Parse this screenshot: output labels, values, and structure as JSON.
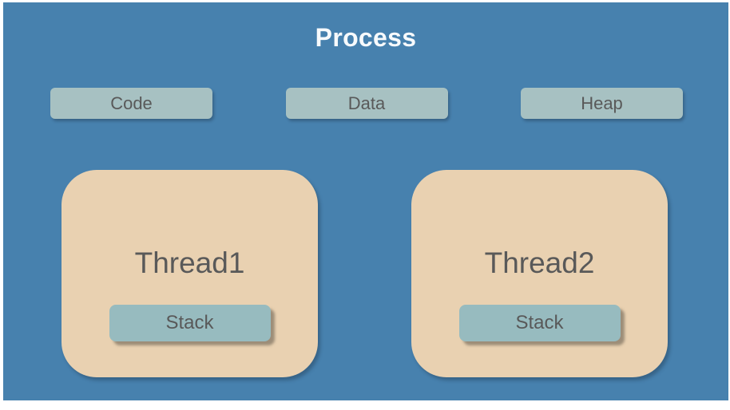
{
  "colors": {
    "page-bg": "#ffffff",
    "canvas-bg": "#4781ae",
    "section-fill": "#a7c1c2",
    "thread-fill": "#e9d1b1",
    "stack-fill": "#97bbbf",
    "label-dark": "#595959",
    "title-color": "#f7fafc"
  },
  "diagram": {
    "title": "Process",
    "sections": [
      {
        "label": "Code"
      },
      {
        "label": "Data"
      },
      {
        "label": "Heap"
      }
    ],
    "threads": [
      {
        "label": "Thread1",
        "stack": {
          "label": "Stack"
        }
      },
      {
        "label": "Thread2",
        "stack": {
          "label": "Stack"
        }
      }
    ]
  }
}
